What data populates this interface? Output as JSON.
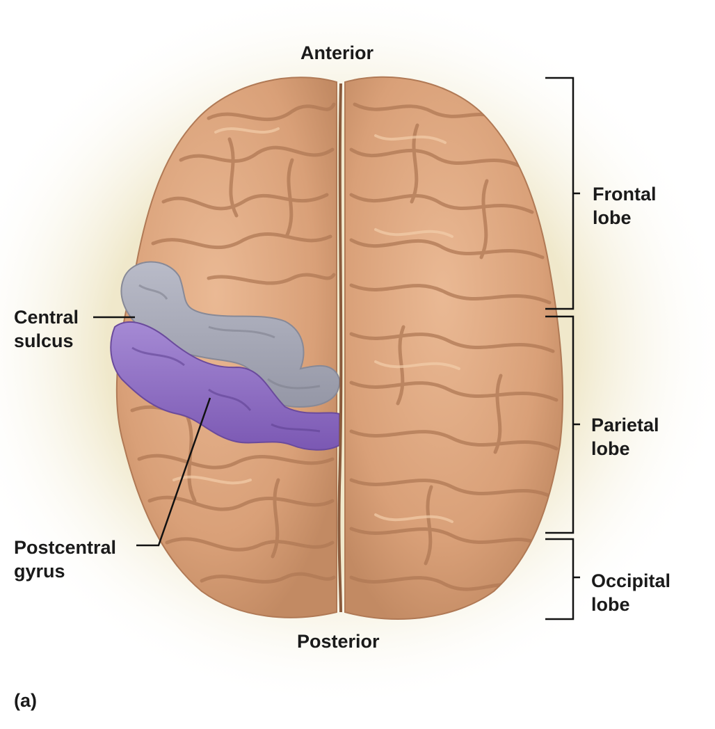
{
  "orientation": {
    "anterior": "Anterior",
    "posterior": "Posterior"
  },
  "lobes": {
    "frontal": [
      "Frontal",
      "lobe"
    ],
    "parietal": [
      "Parietal",
      "lobe"
    ],
    "occipital": [
      "Occipital",
      "lobe"
    ]
  },
  "callouts": {
    "central_sulcus": [
      "Central",
      "sulcus"
    ],
    "postcentral_gyrus": [
      "Postcentral",
      "gyrus"
    ]
  },
  "panel_label": "(a)",
  "colors": {
    "cortex": "#dca47c",
    "cortex_shadow": "#b9825c",
    "cortex_highlight": "#f0c9a6",
    "precentral_gray": "#a7a9b6",
    "postcentral_purple": "#8e6cc0",
    "glow": "#efe7c8",
    "line": "#111111"
  }
}
